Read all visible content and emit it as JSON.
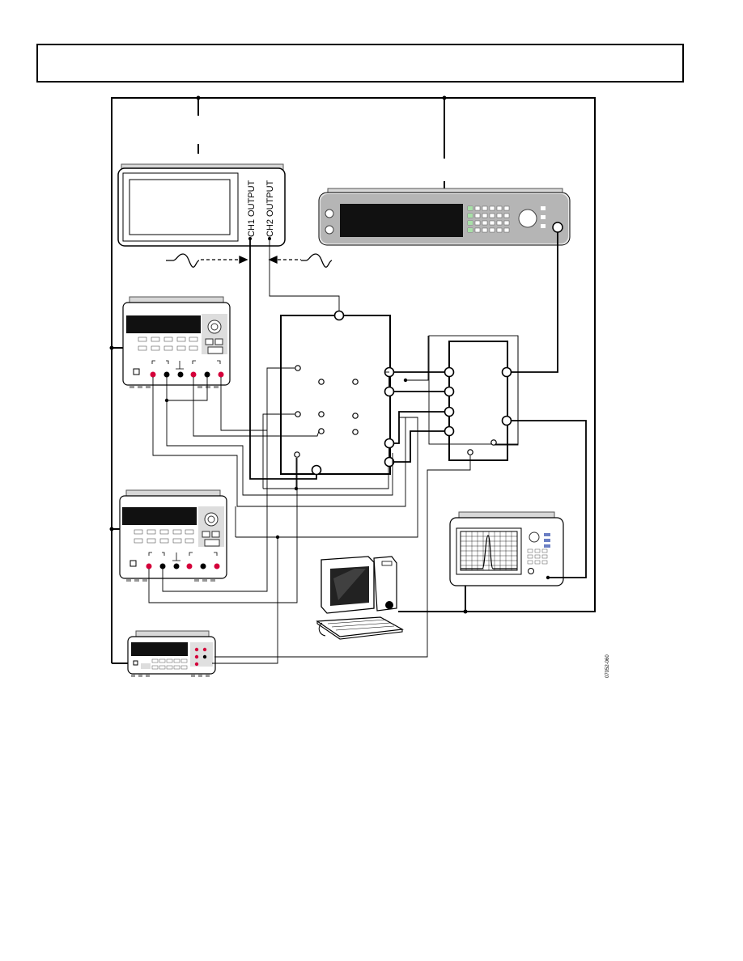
{
  "header": {
    "text": ""
  },
  "diagram": {
    "signal_generator": {
      "ch1_label": "CH1 OUTPUT",
      "ch2_label": "CH2 OUTPUT"
    },
    "figure_id": "07052-060"
  },
  "colors": {
    "terminal_red": "#d4003a",
    "terminal_black": "#000000",
    "screen_dark": "#111111",
    "panel_grey": "#d8d8d8",
    "analyzer_blue": "#6b7fc4"
  }
}
